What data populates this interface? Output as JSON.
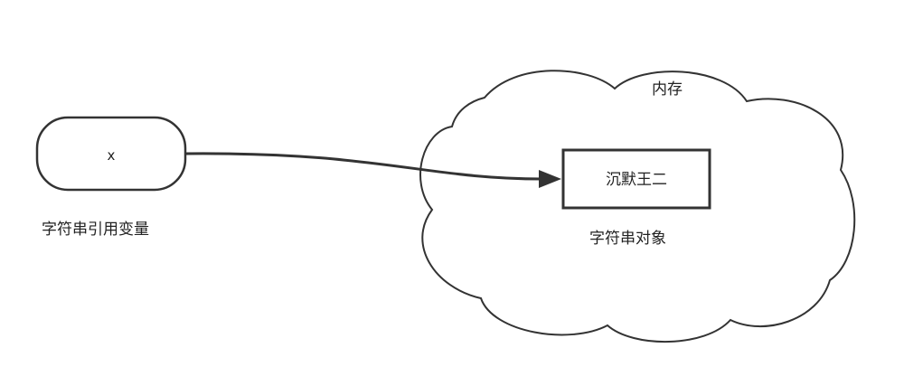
{
  "variable": {
    "box_text": "x",
    "caption": "字符串引用变量"
  },
  "memory": {
    "label": "内存"
  },
  "object": {
    "box_text": "沉默王二",
    "caption": "字符串对象"
  },
  "colors": {
    "stroke": "#333333",
    "fill": "#ffffff",
    "text": "#222222"
  }
}
